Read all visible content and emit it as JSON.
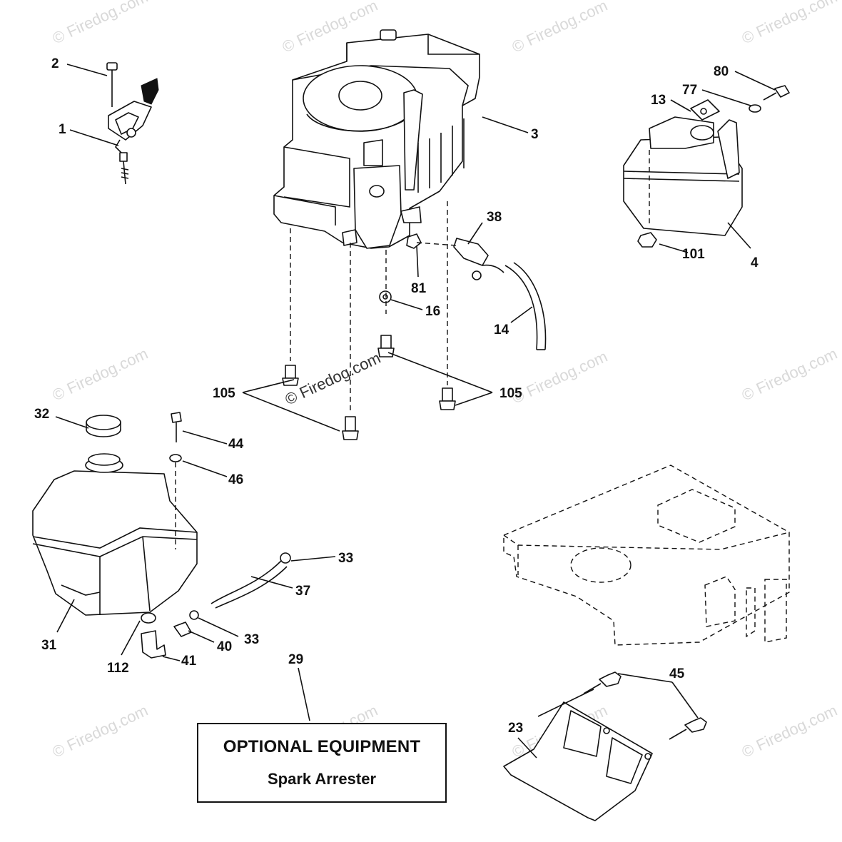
{
  "watermark": {
    "text": "© Firedog.com"
  },
  "callouts": {
    "c1": "1",
    "c2": "2",
    "c3": "3",
    "c4": "4",
    "c13": "13",
    "c14": "14",
    "c16": "16",
    "c23": "23",
    "c29": "29",
    "c31": "31",
    "c32": "32",
    "c33a": "33",
    "c33b": "33",
    "c37": "37",
    "c38": "38",
    "c40": "40",
    "c41": "41",
    "c44": "44",
    "c45": "45",
    "c46": "46",
    "c77": "77",
    "c80": "80",
    "c81": "81",
    "c101": "101",
    "c105a": "105",
    "c105b": "105",
    "c112": "112"
  },
  "note": {
    "title": "OPTIONAL EQUIPMENT",
    "subtitle": "Spark Arrester"
  }
}
